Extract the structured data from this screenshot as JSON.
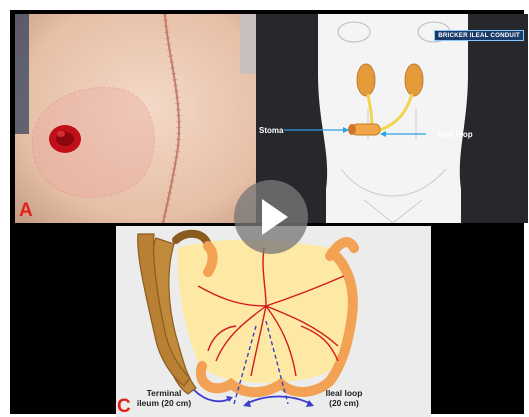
{
  "panel_a": {
    "letter": "A"
  },
  "panel_b": {
    "badge": "BRICKER ILEAL CONDUIT",
    "stoma_label": "Stoma",
    "ileal_loop_label": "Ileal loop"
  },
  "panel_c": {
    "letter": "C",
    "terminal_label_line1": "Terminal",
    "terminal_label_line2": "ileum (20 cm)",
    "loop_label_line1": "Ileal loop",
    "loop_label_line2": "(20 cm)"
  },
  "colors": {
    "accent_red": "#e12219",
    "arrow_blue": "#2aa0e6",
    "bowel_orange": "#f2a155",
    "mesentery_yellow": "#fde9a4",
    "colon_brown": "#c08a3a"
  },
  "icons": [
    "play-icon"
  ]
}
